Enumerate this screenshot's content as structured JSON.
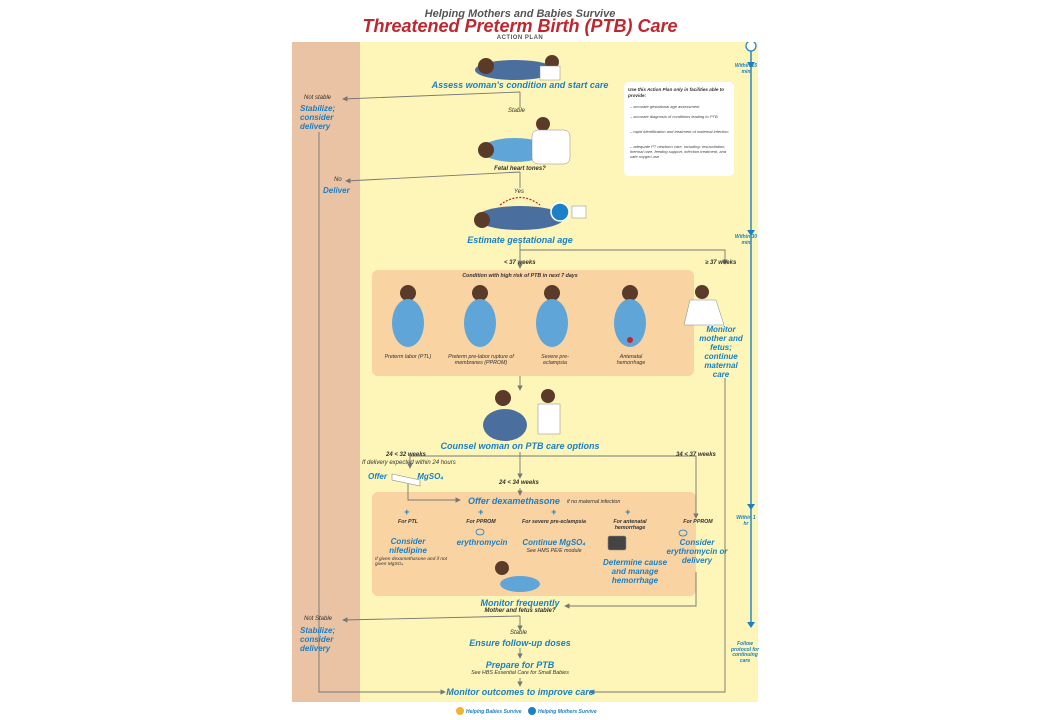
{
  "header": {
    "subtitle": "Helping Mothers and Babies Survive",
    "title": "Threatened Preterm Birth (PTB) Care",
    "small": "ACTION PLAN"
  },
  "note": {
    "title": "Use this Action Plan only in facilities able to provide:",
    "items": [
      "accurate gestational age assessment",
      "accurate diagnosis of conditions leading to PTB",
      "rapid identification and treatment of maternal infection",
      "adequate PT newborn care, including: resuscitation, thermal care, feeding support, infection treatment, and safe oxygen use"
    ]
  },
  "flow": {
    "assess": "Assess woman's condition and start care",
    "not_stable_1": "Not stable",
    "stabilize_1": "Stabilize; consider delivery",
    "stable_1": "Stable",
    "fetal_heart": "Fetal heart tones?",
    "no": "No",
    "deliver": "Deliver",
    "yes": "Yes",
    "estimate": "Estimate gestational age",
    "lt37": "< 37 weeks",
    "ge37": "≥ 37 weeks",
    "condition_header": "Condition with high risk of PTB in next 7 days",
    "cond_ptl": "Preterm labor (PTL)",
    "cond_pprom": "Preterm pre-labor rupture of membranes (PPROM)",
    "cond_severe": "Severe pre-eclampsia",
    "cond_antenatal": "Antenatal hemorrhage",
    "monitor_mother": "Monitor mother and fetus; continue maternal care",
    "counsel": "Counsel woman on PTB care options",
    "w24_32": "24 < 32 weeks",
    "delivery_expected": "If delivery expected within 24 hours",
    "w34_37": "34 < 37 weeks",
    "offer_mgso4": "Offer MgSO₄",
    "w24_34": "24 < 34 weeks",
    "offer_dexa": "Offer dexamethasone",
    "no_maternal_infection": "if no maternal infection",
    "plus": "+",
    "for_ptl": "For PTL",
    "consider_nifedipine": "Consider nifedipine",
    "nifedipine_note": "If given dexamethasone and if not given MgSO₄",
    "for_pprom": "For PPROM",
    "erythromycin": "erythromycin",
    "for_severe": "For severe pre-eclampsia",
    "continue_mgso4": "Continue MgSO₄",
    "hms_pe": "See HMS PE/E module",
    "for_antenatal": "For antenatal hemorrhage",
    "determine_cause": "Determine cause and manage hemorrhage",
    "for_pprom2": "For PPROM",
    "consider_ery": "Consider erythromycin or delivery",
    "monitor_freq": "Monitor frequently",
    "mother_fetus_stable": "Mother and fetus stable?",
    "not_stable_2": "Not Stable",
    "stabilize_2": "Stabilize; consider delivery",
    "stable_2": "Stable",
    "ensure_followup": "Ensure follow-up doses",
    "prepare_ptb": "Prepare for PTB",
    "hbs_note": "See HBS Essential Care for Small Babies",
    "monitor_outcomes": "Monitor outcomes to improve care"
  },
  "timeline": {
    "within_15": "Within 15 min",
    "within_30": "Within 30 min",
    "within_1hr": "Within 1 hr",
    "follow_protocol": "Follow protocol for continuing care"
  },
  "footer": {
    "logo1": "Helping Babies Survive",
    "logo2": "Helping Mothers Survive"
  },
  "colors": {
    "accent_blue": "#1b80c5",
    "title_red": "#c0262d",
    "poster_yellow": "#fdf6b8",
    "box_orange": "#f9d3a2",
    "band_tan": "#e9c3a4"
  }
}
